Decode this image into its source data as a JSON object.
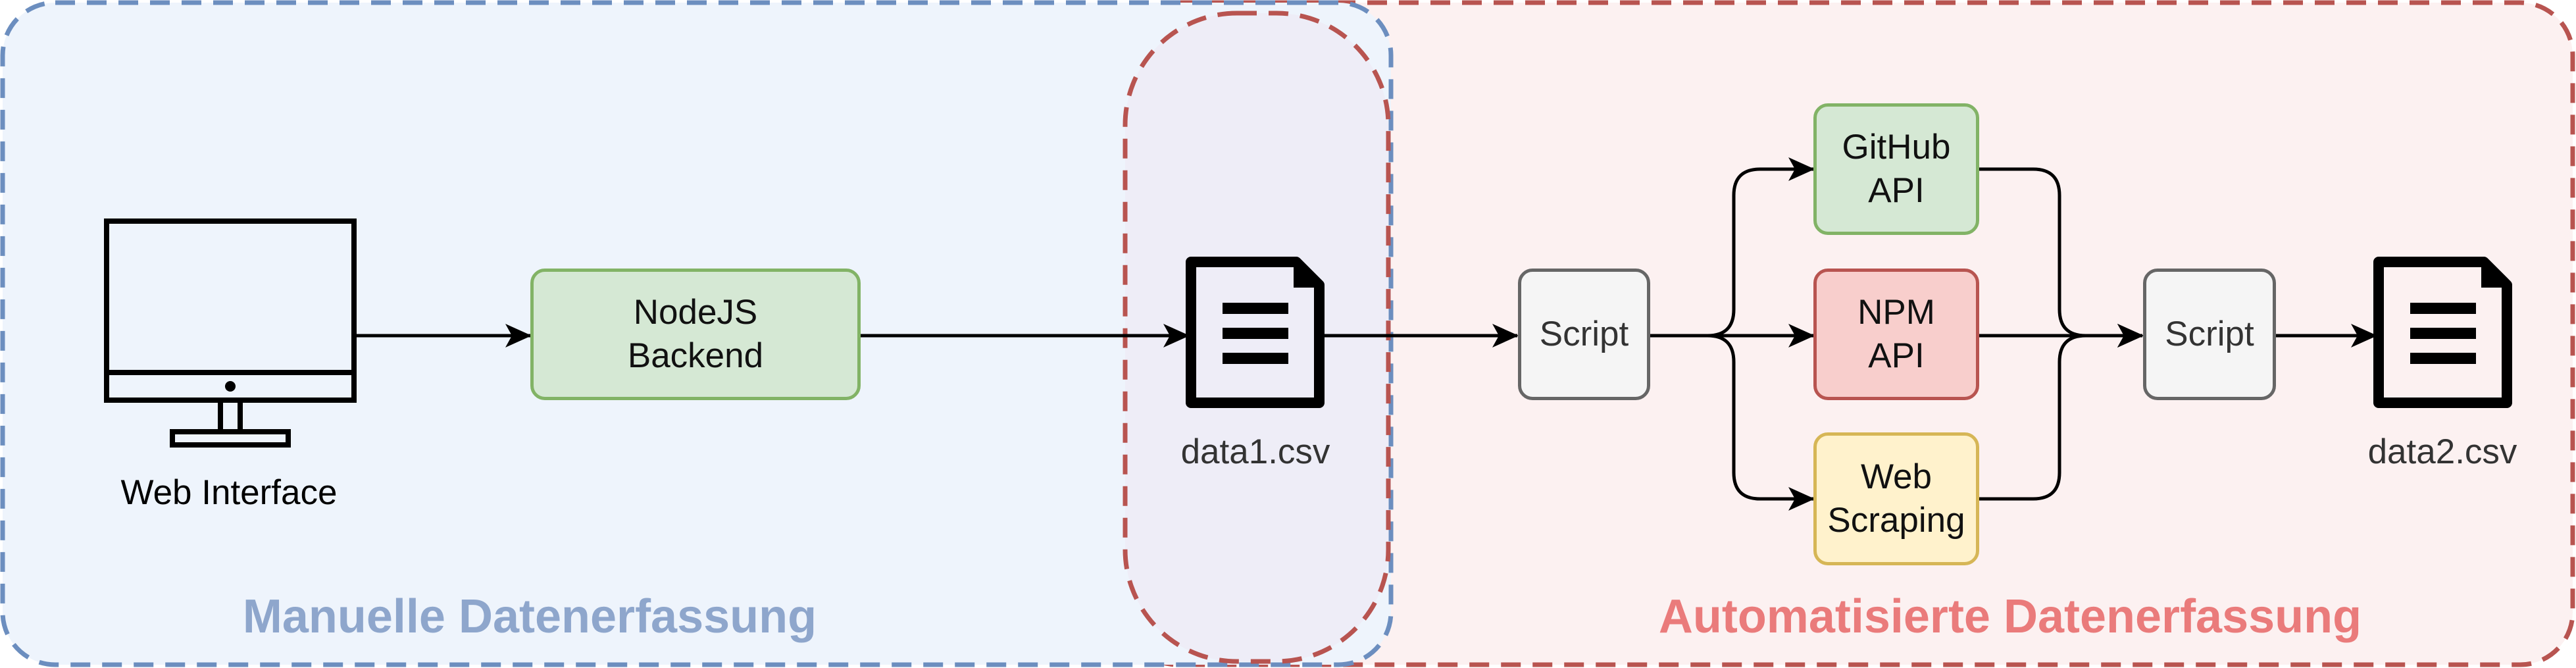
{
  "regions": {
    "manual": {
      "title": "Manuelle Datenerfassung",
      "color": "#8ea6cc"
    },
    "auto": {
      "title": "Automatisierte Datenerfassung",
      "color": "#ea7b7b"
    }
  },
  "nodes": {
    "web_interface": {
      "label": "Web Interface",
      "icon": "monitor-icon"
    },
    "nodejs_backend": {
      "line1": "NodeJS",
      "line2": "Backend"
    },
    "data1": {
      "label": "data1.csv",
      "icon": "document-icon"
    },
    "script1": {
      "label": "Script"
    },
    "github_api": {
      "line1": "GitHub",
      "line2": "API"
    },
    "npm_api": {
      "line1": "NPM",
      "line2": "API"
    },
    "web_scraping": {
      "line1": "Web",
      "line2": "Scraping"
    },
    "script2": {
      "label": "Script"
    },
    "data2": {
      "label": "data2.csv",
      "icon": "document-icon"
    }
  },
  "colors": {
    "green_fill": "#d5e8d4",
    "green_stroke": "#82b366",
    "red_fill": "#f8cecc",
    "red_stroke": "#b85450",
    "yellow_fill": "#fff2cc",
    "yellow_stroke": "#d6b656",
    "gray_fill": "#f5f5f5",
    "gray_stroke": "#666666",
    "blue_region_fill": "#eef4fc",
    "blue_region_stroke": "#6c8ebf",
    "red_region_fill": "#fcf1f1",
    "red_region_stroke": "#b85450"
  }
}
